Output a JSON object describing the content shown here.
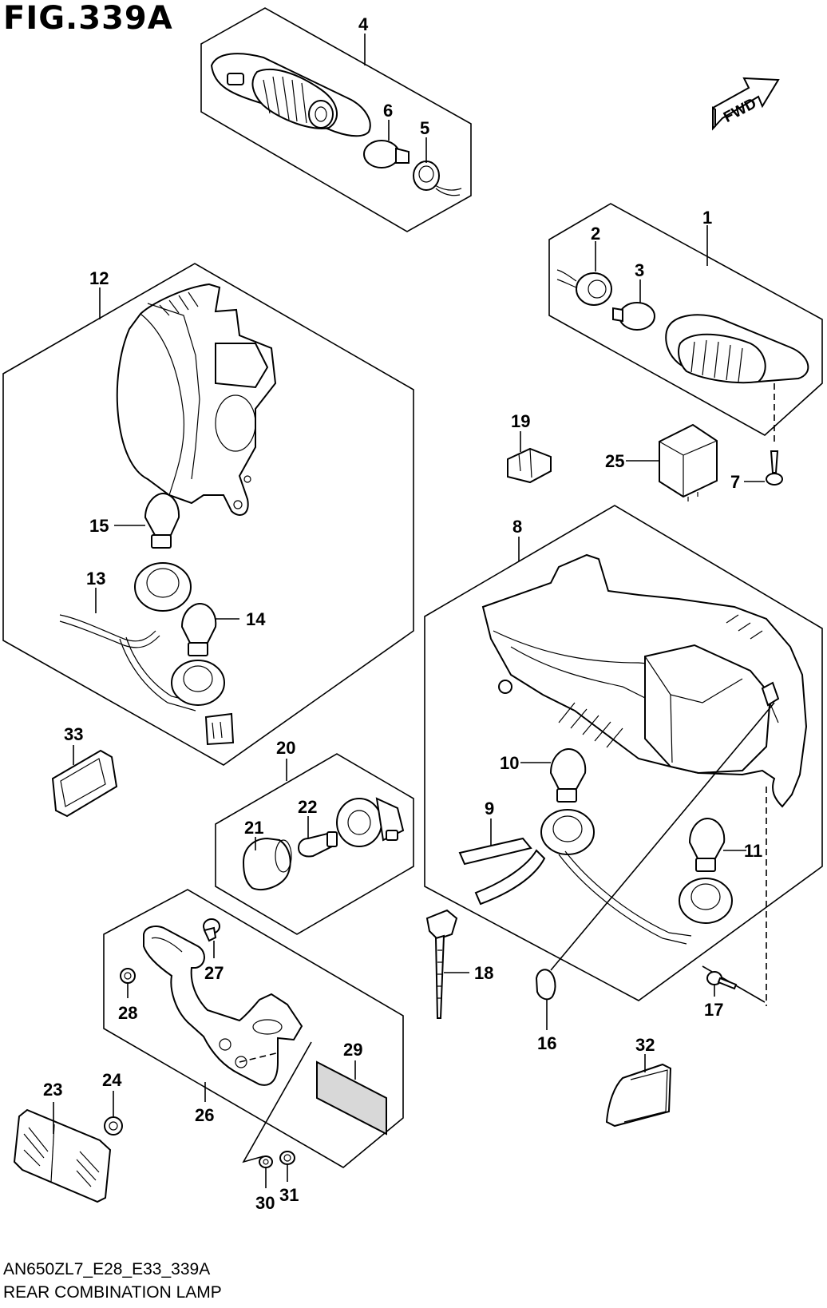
{
  "figure": {
    "title": "FIG.339A",
    "code": "AN650ZL7_E28_E33_339A",
    "caption": "REAR COMBINATION LAMP",
    "direction_label": "FWD"
  },
  "parts": [
    {
      "id": "p1",
      "number": "1"
    },
    {
      "id": "p2",
      "number": "2"
    },
    {
      "id": "p3",
      "number": "3"
    },
    {
      "id": "p4",
      "number": "4"
    },
    {
      "id": "p5",
      "number": "5"
    },
    {
      "id": "p6",
      "number": "6"
    },
    {
      "id": "p7",
      "number": "7"
    },
    {
      "id": "p8",
      "number": "8"
    },
    {
      "id": "p9",
      "number": "9"
    },
    {
      "id": "p10",
      "number": "10"
    },
    {
      "id": "p11",
      "number": "11"
    },
    {
      "id": "p12",
      "number": "12"
    },
    {
      "id": "p13",
      "number": "13"
    },
    {
      "id": "p14",
      "number": "14"
    },
    {
      "id": "p15",
      "number": "15"
    },
    {
      "id": "p16",
      "number": "16"
    },
    {
      "id": "p17",
      "number": "17"
    },
    {
      "id": "p18",
      "number": "18"
    },
    {
      "id": "p19",
      "number": "19"
    },
    {
      "id": "p20",
      "number": "20"
    },
    {
      "id": "p21",
      "number": "21"
    },
    {
      "id": "p22",
      "number": "22"
    },
    {
      "id": "p23",
      "number": "23"
    },
    {
      "id": "p24",
      "number": "24"
    },
    {
      "id": "p25",
      "number": "25"
    },
    {
      "id": "p26",
      "number": "26"
    },
    {
      "id": "p27",
      "number": "27"
    },
    {
      "id": "p28",
      "number": "28"
    },
    {
      "id": "p29",
      "number": "29"
    },
    {
      "id": "p30",
      "number": "30"
    },
    {
      "id": "p31",
      "number": "31"
    },
    {
      "id": "p32",
      "number": "32"
    },
    {
      "id": "p33",
      "number": "33"
    }
  ]
}
